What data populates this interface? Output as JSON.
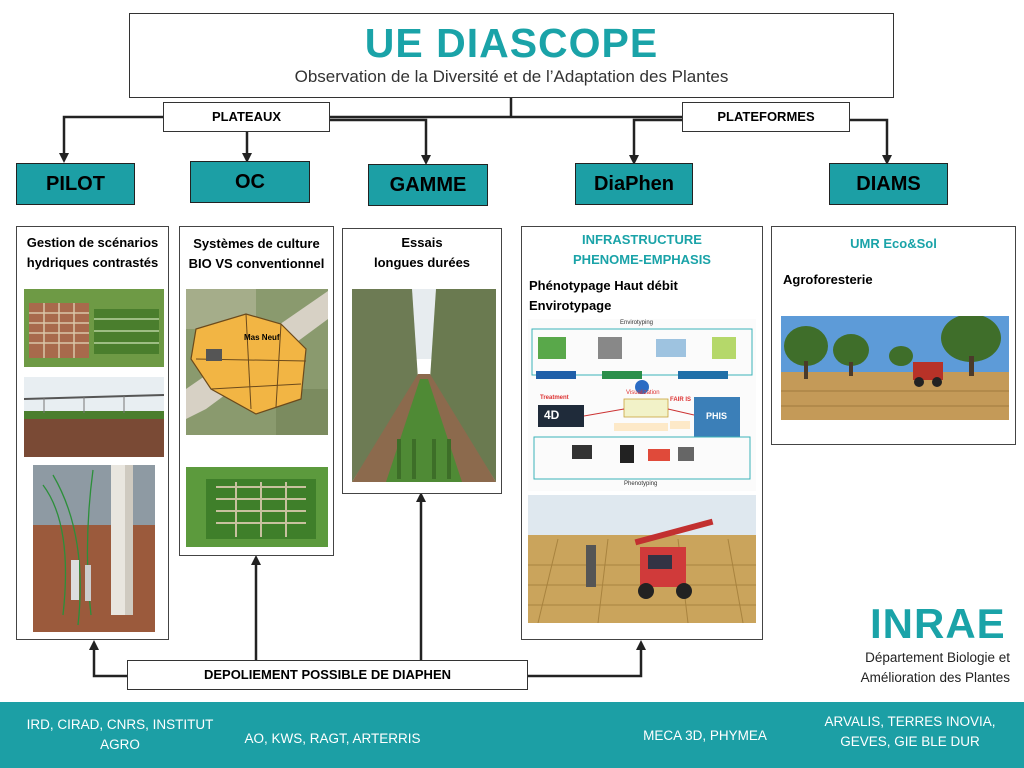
{
  "title": {
    "main": "UE DIASCOPE",
    "subtitle": "Observation de la Diversité et de l’Adaptation des Plantes"
  },
  "groups": {
    "plateaux": "PLATEAUX",
    "plateformes": "PLATEFORMES"
  },
  "units": {
    "pilot": "PILOT",
    "oc": "OC",
    "gamme": "GAMME",
    "diaphen": "DiaPhen",
    "diams": "DIAMS"
  },
  "cards": {
    "pilot": {
      "line1": "Gestion de scénarios",
      "line2": "hydriques contrastés"
    },
    "oc": {
      "line1": "Systèmes de culture",
      "line2": "BIO VS conventionnel",
      "map_label": "Mas Neuf"
    },
    "gamme": {
      "line1": "Essais",
      "line2": "longues durées"
    },
    "diaphen": {
      "teal1": "INFRASTRUCTURE",
      "teal2": "PHENOME-EMPHASIS",
      "line1": "Phénotypage Haut débit",
      "line2": "Envirotypage",
      "diagram": {
        "top": "Envirotyping",
        "bottom": "Phenotyping",
        "treatment": "Treatment",
        "visualization": "Visualization",
        "fair": "FAIR IS",
        "phis": "PHIS",
        "logo4d": "4D"
      }
    },
    "diams": {
      "teal1": "UMR Eco&Sol",
      "line1": "Agroforesterie"
    }
  },
  "deploy": "DEPOLIEMENT POSSIBLE DE DIAPHEN",
  "partners": {
    "p1_line1": "IRD, CIRAD, CNRS, INSTITUT",
    "p1_line2": "AGRO",
    "p2": "AO, KWS, RAGT, ARTERRIS",
    "p3": "MECA 3D, PHYMEA",
    "p4_line1": "ARVALIS, TERRES INOVIA,",
    "p4_line2": "GEVES, GIE BLE DUR"
  },
  "inrae": {
    "logo": "INRAE",
    "dept_line1": "Département Biologie et",
    "dept_line2": "Amélioration des Plantes"
  },
  "colors": {
    "teal": "#1c9fa5",
    "teal_text": "#1aa3a8",
    "field_orange": "#f2b544",
    "grass_green": "#4f8a35"
  }
}
